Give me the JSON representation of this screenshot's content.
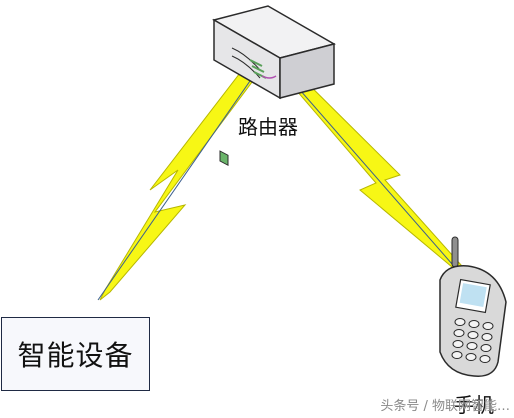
{
  "router": {
    "label": "路由器"
  },
  "device": {
    "label": "智能设备"
  },
  "phone": {
    "label": "手机"
  },
  "watermark": {
    "text": "头条号 / 物联网智能…"
  },
  "colors": {
    "signal": "#f7f715",
    "signal_edge": "#b7b700",
    "router_body": "#e9e9ea",
    "router_edge": "#2b2b2b",
    "phone_body": "#d9d9d9"
  }
}
